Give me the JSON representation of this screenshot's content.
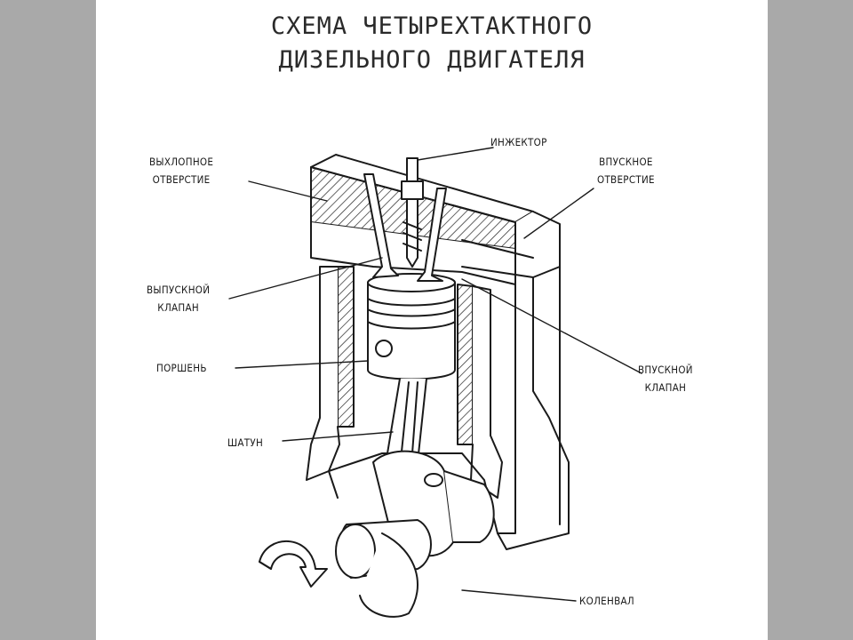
{
  "title": {
    "line1": "СХЕМА ЧЕТЫРЕХТАКТНОГО",
    "line2": "ДИЗЕЛЬНОГО ДВИГАТЕЛЯ"
  },
  "labels": {
    "injector": "ИНЖЕКТОР",
    "exhaust_port_1": "ВЫХЛОПНОЕ",
    "exhaust_port_2": "ОТВЕРСТИЕ",
    "intake_port_1": "ВПУСКНОЕ",
    "intake_port_2": "ОТВЕРСТИЕ",
    "exhaust_valve_1": "ВЫПУСКНОЙ",
    "exhaust_valve_2": "КЛАПАН",
    "piston": "ПОРШЕНЬ",
    "intake_valve_1": "ВПУСКНОЙ",
    "intake_valve_2": "КЛАПАН",
    "connecting_rod": "ШАТУН",
    "crankshaft": "КОЛЕНВАЛ"
  },
  "colors": {
    "background_frame": "#a9a9a9",
    "page": "#ffffff",
    "ink": "#1a1a1a"
  }
}
